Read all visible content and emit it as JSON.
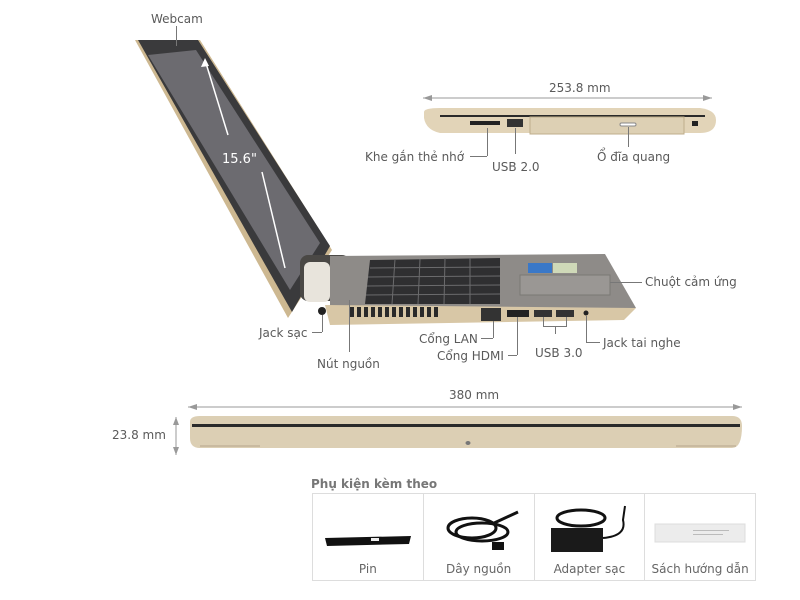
{
  "labels": {
    "webcam": "Webcam",
    "screen_size": "15.6\"",
    "side_width": "253.8 mm",
    "card_slot": "Khe gắn thẻ nhớ",
    "usb2": "USB 2.0",
    "optical_drive": "Ổ đĩa quang",
    "touchpad": "Chuột cảm ứng",
    "charging_jack": "Jack sạc",
    "power_button": "Nút nguồn",
    "lan_port": "Cổng LAN",
    "hdmi_port": "Cổng HDMI",
    "usb3": "USB 3.0",
    "headphone_jack": "Jack tai nghe",
    "front_width": "380 mm",
    "thickness": "23.8 mm"
  },
  "accessories": {
    "title": "Phụ kiện kèm theo",
    "items": [
      {
        "name": "Pin",
        "icon": "battery"
      },
      {
        "name": "Dây nguồn",
        "icon": "power-cord"
      },
      {
        "name": "Adapter sạc",
        "icon": "charger-adapter"
      },
      {
        "name": "Sách hướng dẫn",
        "icon": "manual-booklet"
      }
    ]
  },
  "colors": {
    "body_gold": "#d8c7a6",
    "deck_grey": "#8d8a86",
    "screen": "#5d5d60",
    "label_text": "#5a5a5a"
  }
}
